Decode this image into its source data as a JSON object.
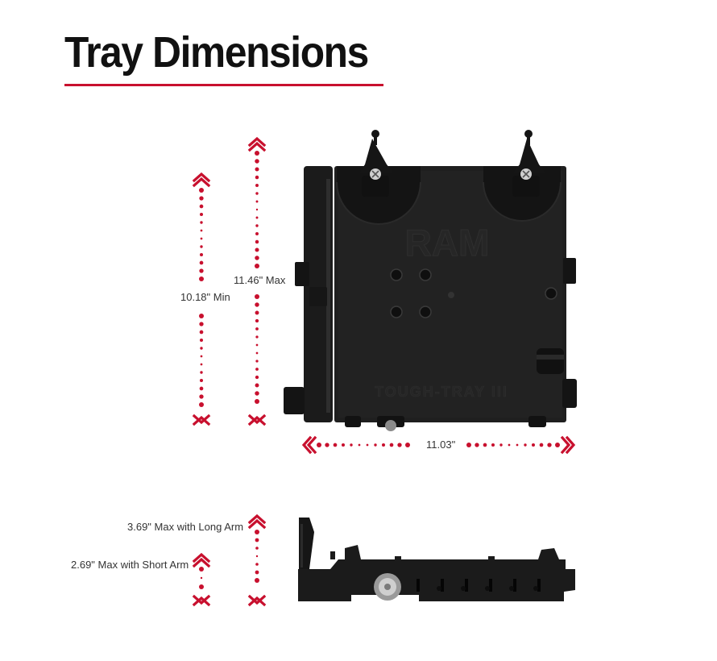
{
  "title": "Tray Dimensions",
  "colors": {
    "accent": "#c8102e",
    "device": "#1b1b1b",
    "text": "#333333"
  },
  "dimensions": {
    "height_min": "10.18\" Min",
    "height_max": "11.46\" Max",
    "width": "11.03\"",
    "depth_long_arm": "3.69\" Max with Long Arm",
    "depth_short_arm": "2.69\" Max with Short Arm"
  },
  "product": {
    "brand_emboss": "RAM",
    "model_emboss": "TOUGH-TRAY III"
  }
}
